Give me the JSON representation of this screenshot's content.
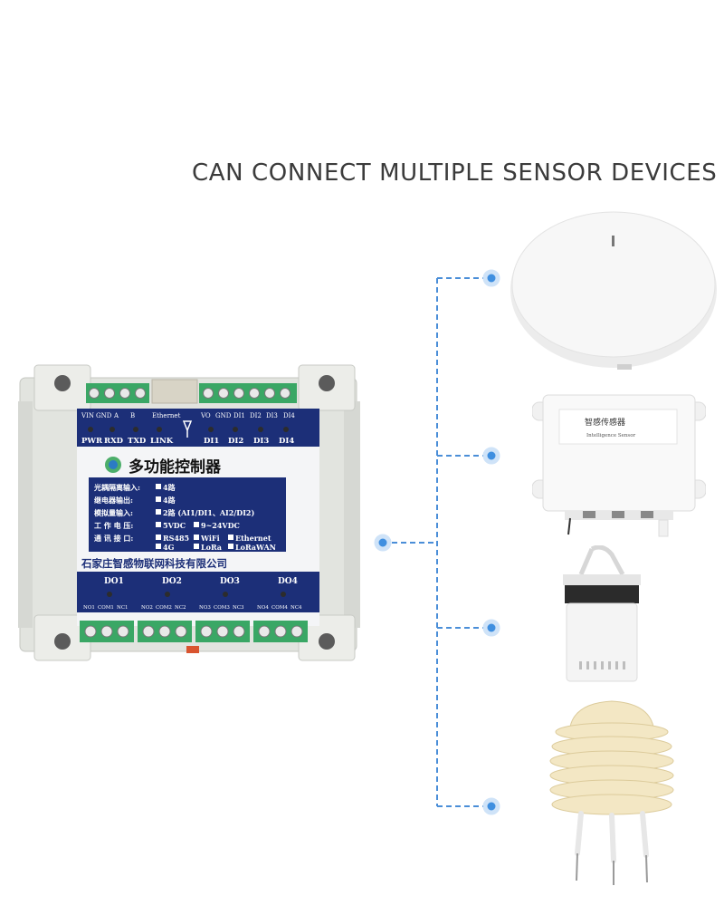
{
  "headline": "CAN CONNECT MULTIPLE SENSOR DEVICES",
  "controller": {
    "top_labels_left": [
      "VIN",
      "GND",
      "A",
      "B",
      "Ethernet"
    ],
    "top_labels_right": [
      "VO",
      "GND",
      "DI1",
      "DI2",
      "DI3",
      "DI4"
    ],
    "indicators_left": [
      "PWR",
      "RXD",
      "TXD",
      "LINK"
    ],
    "indicators_right": [
      "DI1",
      "DI2",
      "DI3",
      "DI4"
    ],
    "title": "多功能控制器",
    "specs": {
      "opto_input": "光耦隔离输入:",
      "opto_value": "4路",
      "relay_output": "继电器输出:",
      "relay_value": "4路",
      "analog_input": "模拟量输入:",
      "analog_value": "2路 (AI1/DI1、AI2/DI2)",
      "voltage": "工 作 电 压:",
      "voltage_5v": "5VDC",
      "voltage_24v": "9~24VDC",
      "comm": "通 讯 接 口:",
      "comm_rs485": "RS485",
      "comm_wifi": "WiFi",
      "comm_ethernet": "Ethernet",
      "comm_4g": "4G",
      "comm_lora": "LoRa",
      "comm_lorawan": "LoRaWAN"
    },
    "company": "石家庄智感物联网科技有限公司",
    "outputs": [
      "DO1",
      "DO2",
      "DO3",
      "DO4"
    ],
    "terminals": [
      [
        "NO1",
        "COM1",
        "NC1"
      ],
      [
        "NO2",
        "COM2",
        "NC2"
      ],
      [
        "NO3",
        "COM3",
        "NC3"
      ],
      [
        "NO4",
        "COM4",
        "NC4"
      ]
    ]
  },
  "sensors": {
    "box_label_cn": "智感传感器",
    "box_label_en": "Intelligence Sensor"
  },
  "colors": {
    "panel_blue": "#1c2f78",
    "terminal_green": "#3aa765",
    "connector_line": "#4a8ed8",
    "connector_dot": "#3f8fe0",
    "housing": "#e6e8e4"
  },
  "icons": [
    "antenna-icon",
    "company-logo-icon",
    "led-icon"
  ]
}
